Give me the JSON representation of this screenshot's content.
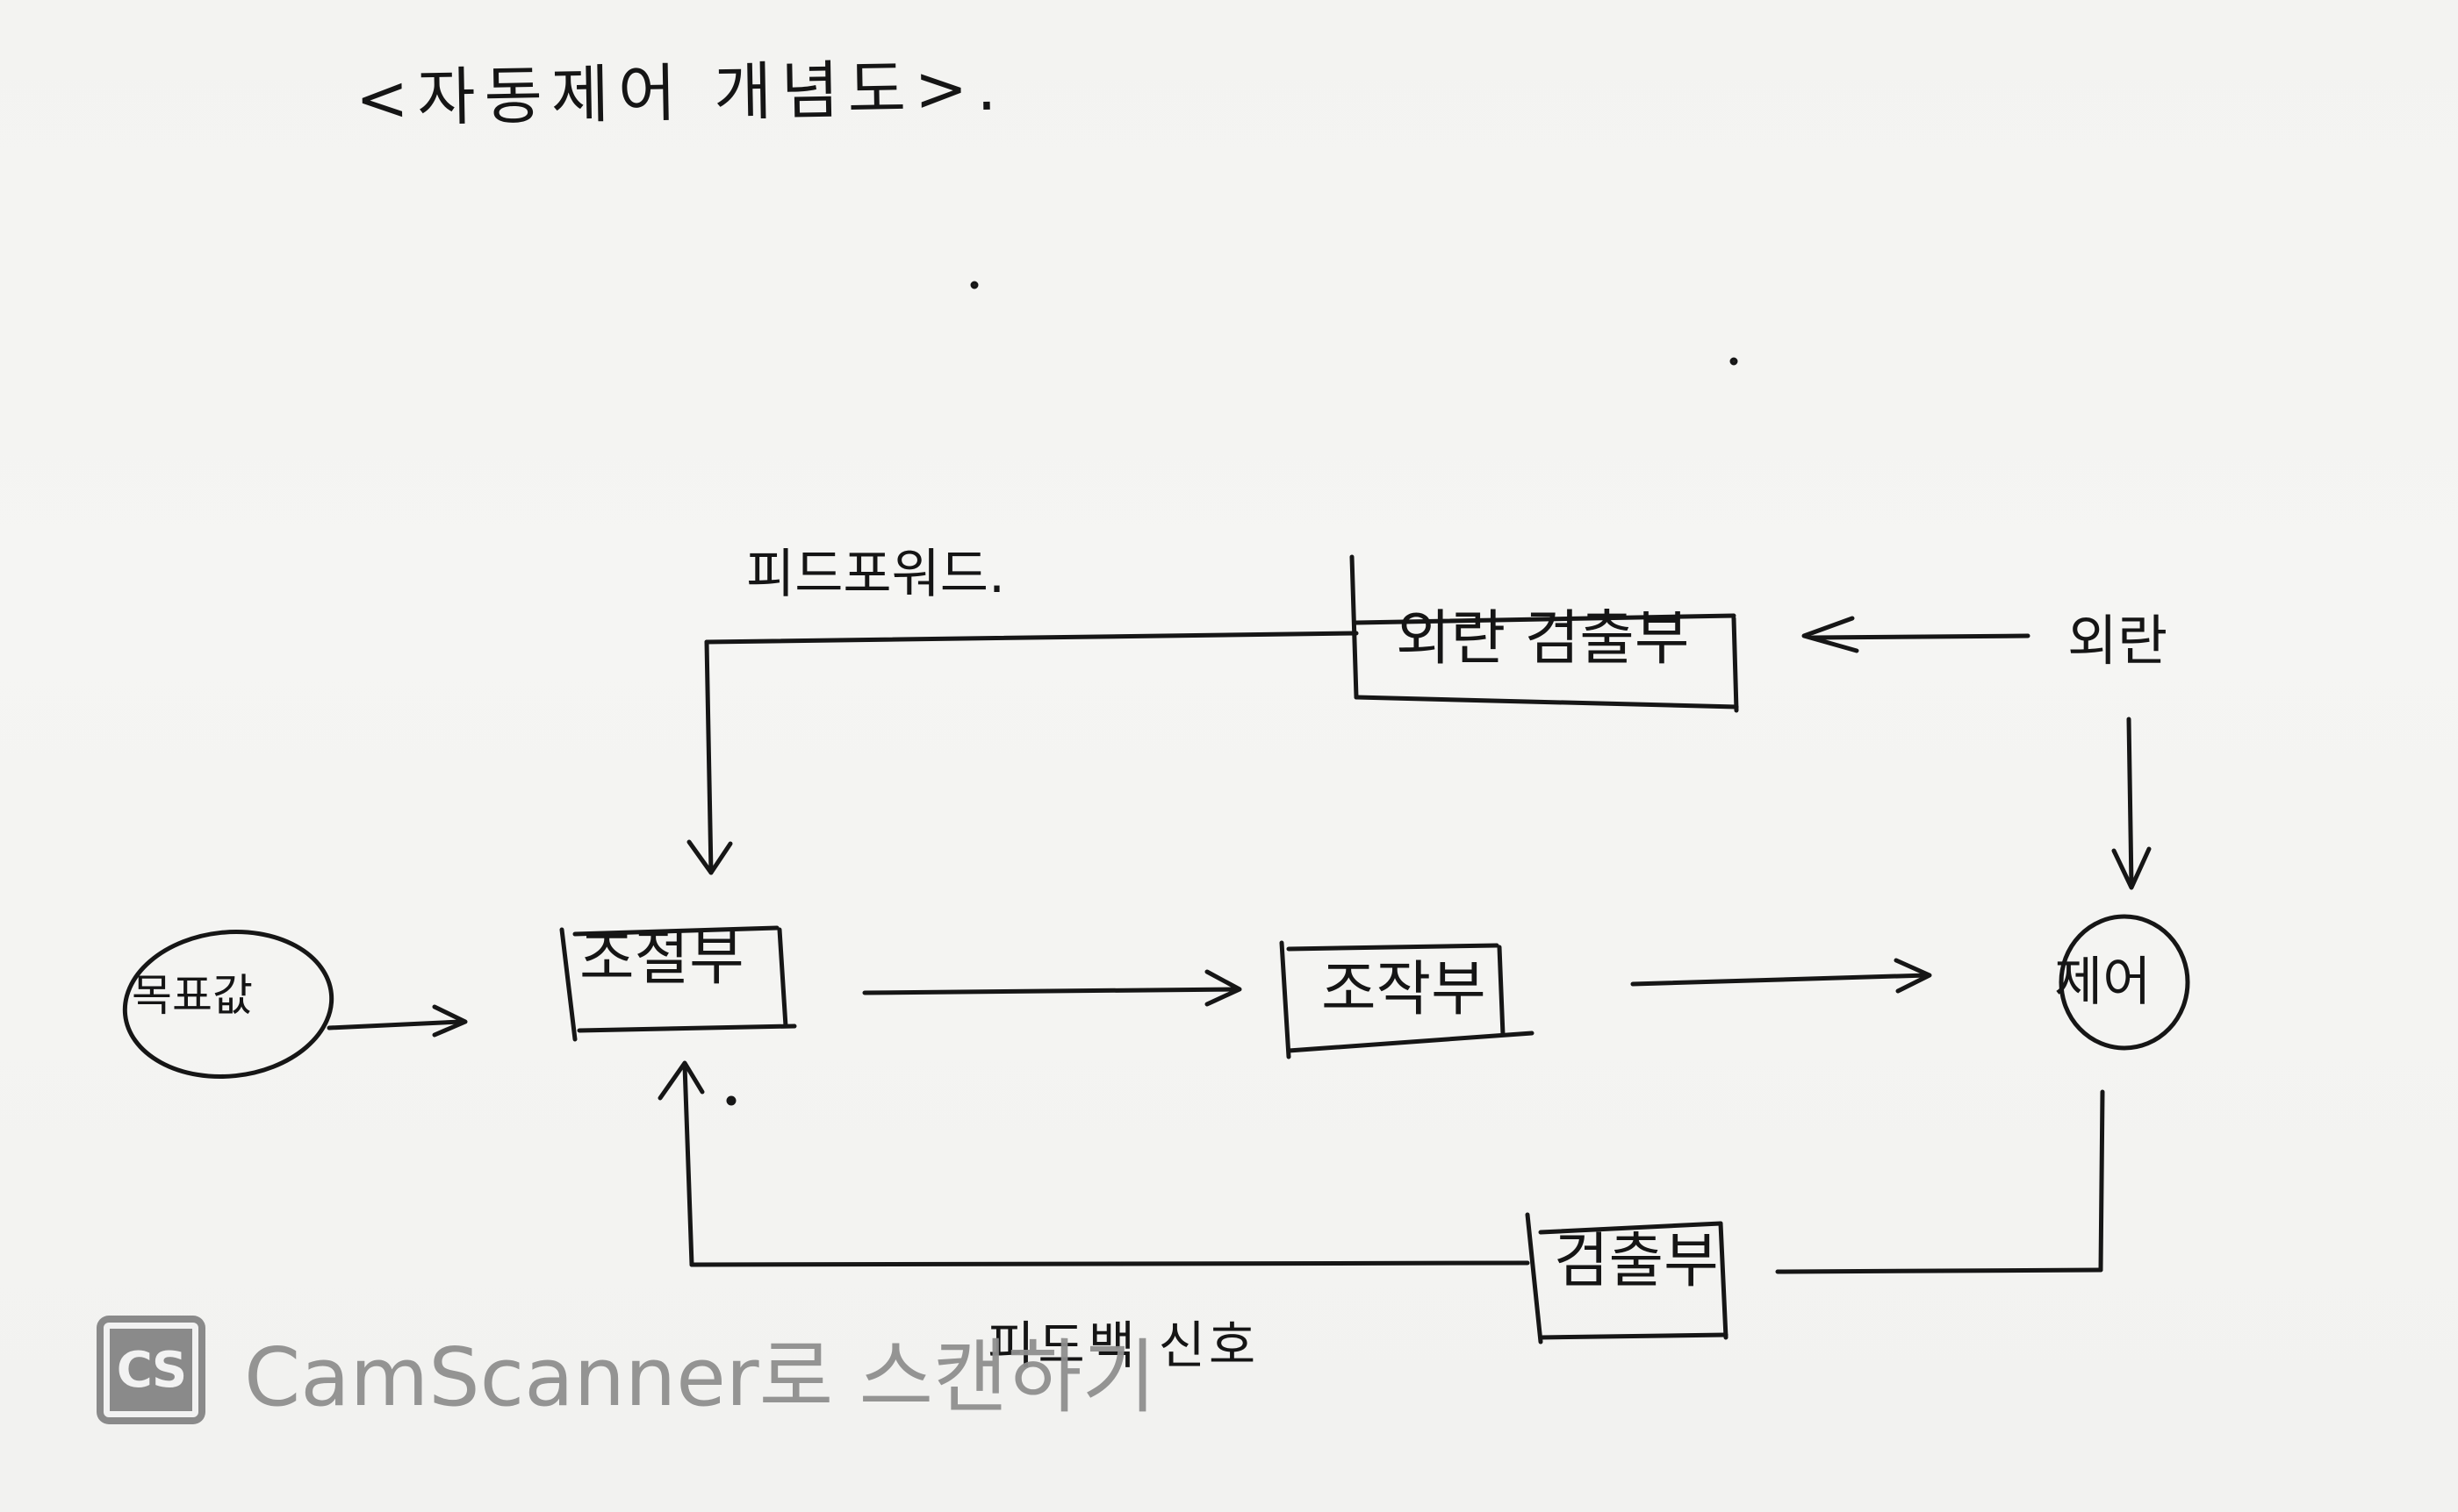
{
  "title": "<자동제어 개념도>.",
  "nodes": {
    "disturbance_detector": "외란 검출부",
    "controller": "조절부",
    "actuator": "조작부",
    "detector": "검출부",
    "target_value": "목표값",
    "controlled": "제어",
    "disturbance": "외란"
  },
  "edge_labels": {
    "feedforward": "피드포워드.",
    "feedback": "피드백 신호"
  },
  "watermark": {
    "logo": "CS",
    "text": "CamScanner로 스캔하기"
  }
}
